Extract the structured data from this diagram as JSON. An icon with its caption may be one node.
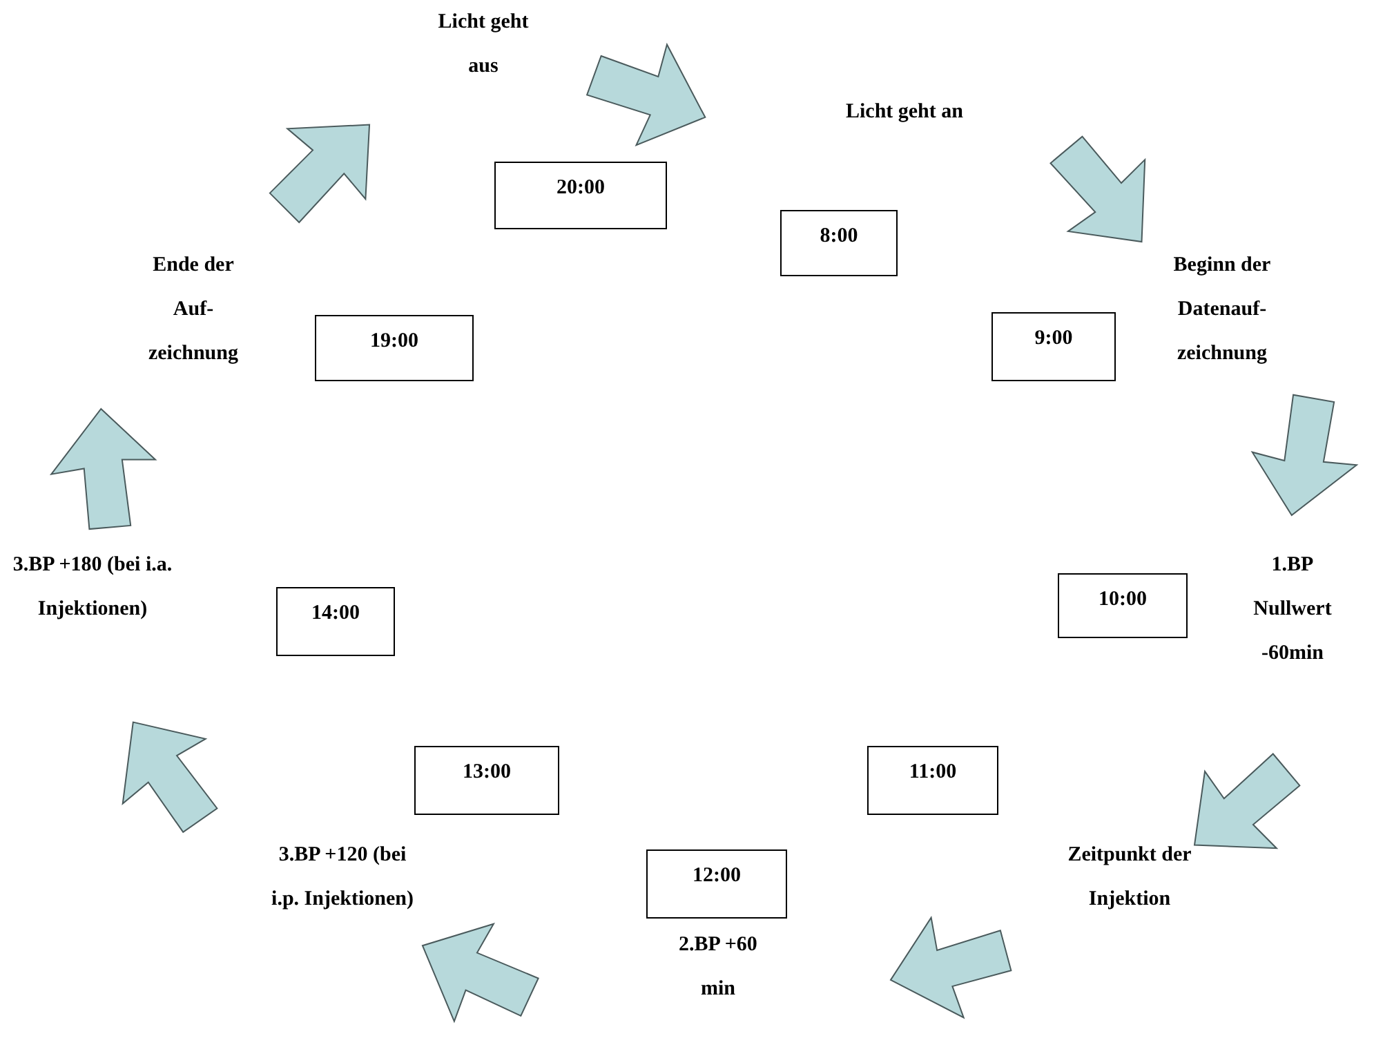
{
  "diagram": {
    "nodes": [
      {
        "text": [
          "20:00"
        ]
      },
      {
        "text": [
          "8:00"
        ]
      },
      {
        "text": [
          "19:00"
        ]
      },
      {
        "text": [
          "9:00"
        ]
      },
      {
        "text": [
          "10:00"
        ]
      },
      {
        "text": [
          "14:00"
        ]
      },
      {
        "text": [
          "13:00"
        ]
      },
      {
        "text": [
          "11:00"
        ]
      },
      {
        "text": [
          "12:00"
        ]
      }
    ],
    "labels": [
      "Licht geht aus",
      "Licht geht an",
      "Ende der Auf- zeichnung",
      "Beginn der Datenauf- zeichnung",
      "3.BP +180 (bei i.a. Injektionen)",
      "1.BP Nullwert -60min",
      "3.BP +120 (bei i.p. Injektionen)",
      "Zeitpunkt der Injektion",
      "2.BP +60 min"
    ]
  }
}
